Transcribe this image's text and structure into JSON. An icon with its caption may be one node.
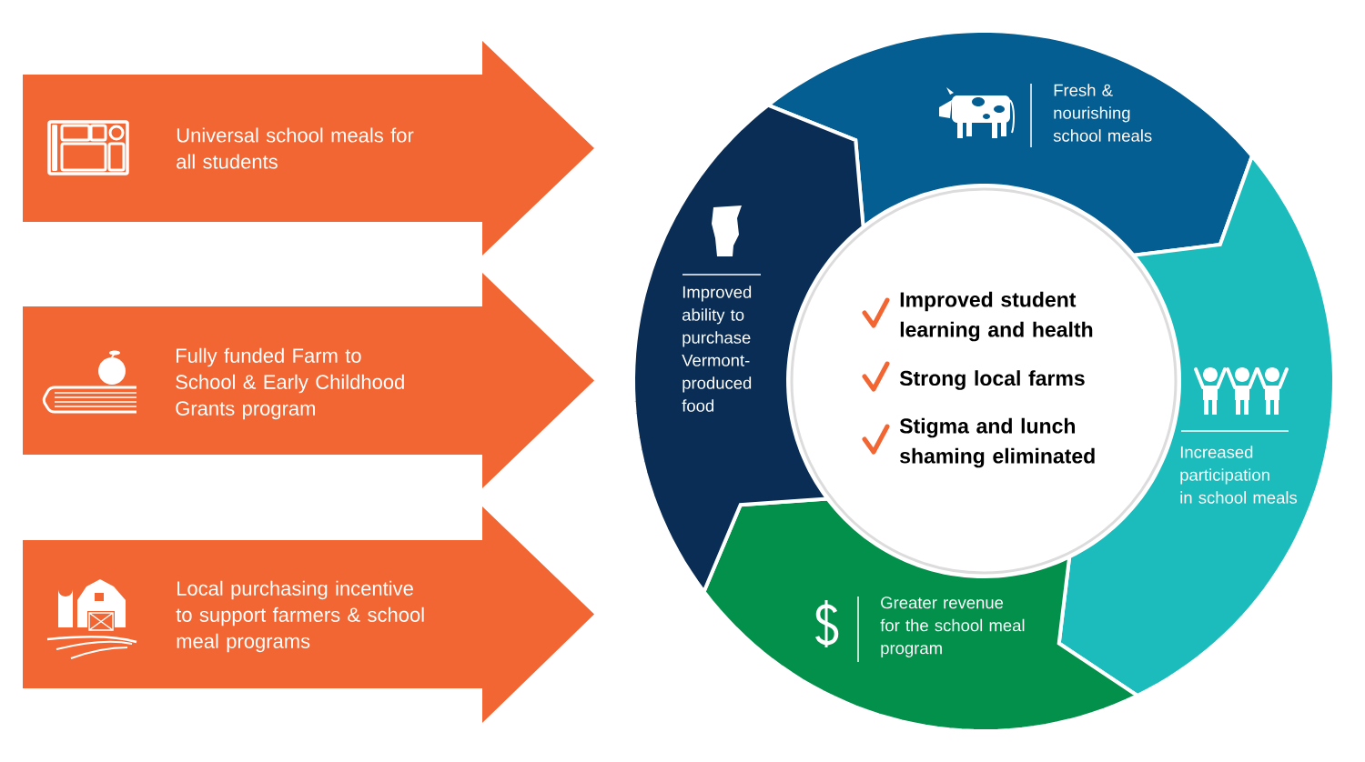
{
  "diagram": {
    "nodes": [
      {
        "text": [
          "Universal school meals for all students"
        ]
      },
      {
        "text": [
          "Fully funded Farm to School & Early Childhood Grants program"
        ]
      },
      {
        "text": [
          "Local purchasing incentive to support farmers & school meal programs"
        ]
      },
      {
        "text": [
          "Fresh & nourishing school meals"
        ]
      },
      {
        "text": [
          "Increased participation in school meals"
        ]
      },
      {
        "text": [
          "Greater revenue for the school meal program"
        ]
      },
      {
        "text": [
          "Improved ability to purchase Vermont-produced food"
        ]
      },
      {
        "text": [
          "Improved student learning and health",
          "Strong local farms",
          "Stigma and lunch shaming eliminated"
        ]
      }
    ]
  }
}
